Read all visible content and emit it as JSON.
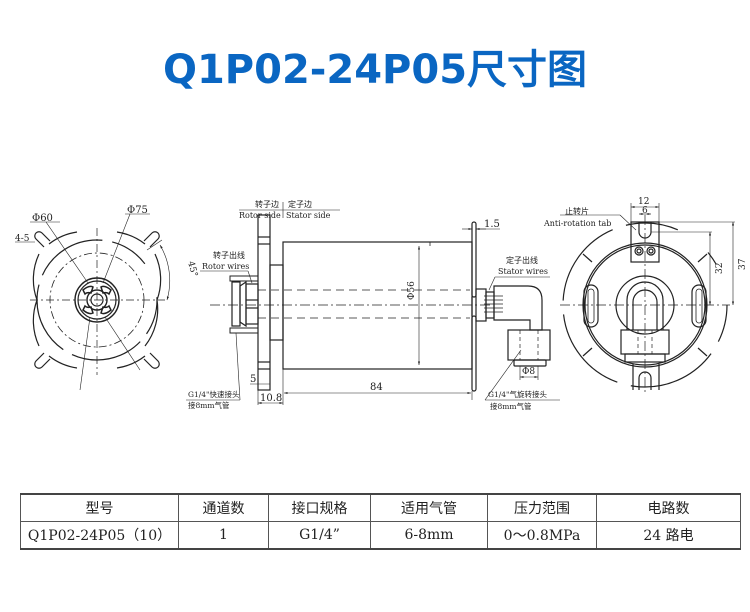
{
  "title": "Q1P02-24P05尺寸图",
  "colors": {
    "title": "#0a66c2",
    "line": "#222222"
  },
  "drawing": {
    "front_view": {
      "dim_d60": "Φ60",
      "dim_d75": "Φ75",
      "dim_slots": "4-5",
      "dim_angle": "45°"
    },
    "side_view": {
      "rotor_side_cn": "转子边",
      "stator_side_cn": "定子边",
      "rotor_side_en": "Rotor side",
      "stator_side_en": "Stator side",
      "rotor_wires_cn": "转子出线",
      "rotor_wires_en": "Rotor wires",
      "stator_wires_cn": "定子出线",
      "stator_wires_en": "Stator wires",
      "dim_flange_thickness": "1.5",
      "dim_body_dia": "Φ56",
      "dim_length": "84",
      "dim_5": "5",
      "dim_10_8": "10.8",
      "dim_port_dia": "Φ8",
      "rotor_fitting_line1": "G1/4\"快速接头",
      "rotor_fitting_line2": "接8mm气管",
      "stator_fitting_line1": "G1/4\"气旋转接头",
      "stator_fitting_line2": "接8mm气管"
    },
    "rear_view": {
      "anti_rotation_cn": "止转片",
      "anti_rotation_en": "Anti-rotation tab",
      "dim_12": "12",
      "dim_6": "6",
      "dim_32": "32",
      "dim_37": "37"
    }
  },
  "table": {
    "headers": [
      "型号",
      "通道数",
      "接口规格",
      "适用气管",
      "压力范围",
      "电路数"
    ],
    "rows": [
      [
        "Q1P02-24P05（10）",
        "1",
        "G1/4”",
        "6-8mm",
        "0～0.8MPa",
        "24 路电"
      ]
    ]
  }
}
